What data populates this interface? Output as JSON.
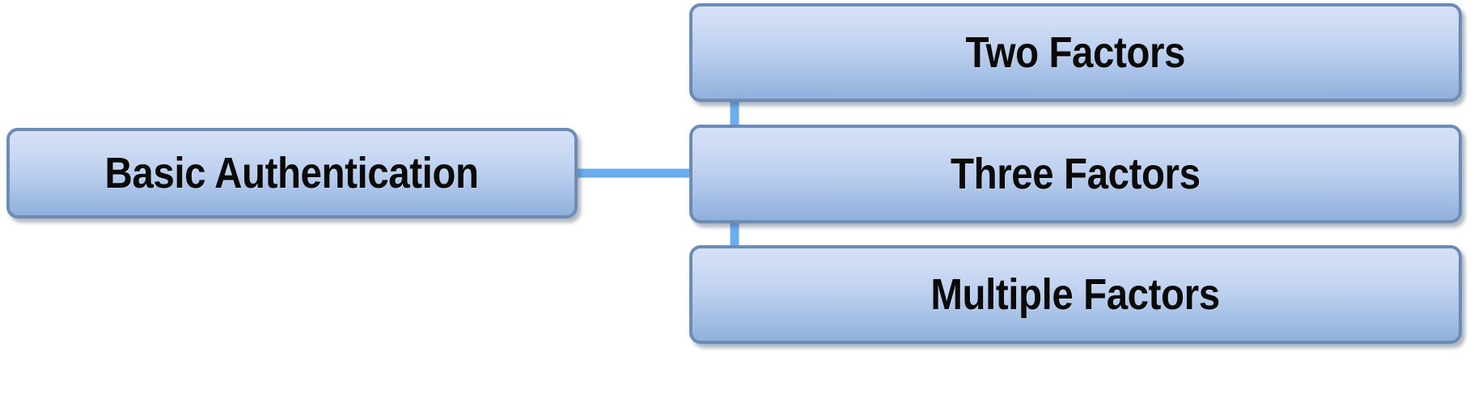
{
  "diagram": {
    "type": "flowchart",
    "orientation": "left-to-right",
    "background_color": "#ffffff",
    "title": "",
    "source_node": {
      "id": "basic-authentication",
      "label": "Basic Authentication"
    },
    "target_nodes": [
      {
        "id": "two-factors",
        "label": "Two Factors"
      },
      {
        "id": "three-factors",
        "label": "Three Factors"
      },
      {
        "id": "multiple-factors",
        "label": "Multiple Factors"
      }
    ],
    "edges": [
      {
        "from": "Basic Authentication",
        "to": "Two Factors",
        "style": "elbow-arrow",
        "label": ""
      },
      {
        "from": "Basic Authentication",
        "to": "Three Factors",
        "style": "straight-arrow",
        "label": ""
      },
      {
        "from": "Basic Authentication",
        "to": "Multiple Factors",
        "style": "elbow-arrow",
        "label": ""
      }
    ],
    "colors": {
      "node_border": "#6c8cb6",
      "node_fill_top": "#d4e0f6",
      "node_fill_bottom": "#90b0dc",
      "node_text": "#0a0a0a",
      "connector": "#6cadf0"
    }
  }
}
